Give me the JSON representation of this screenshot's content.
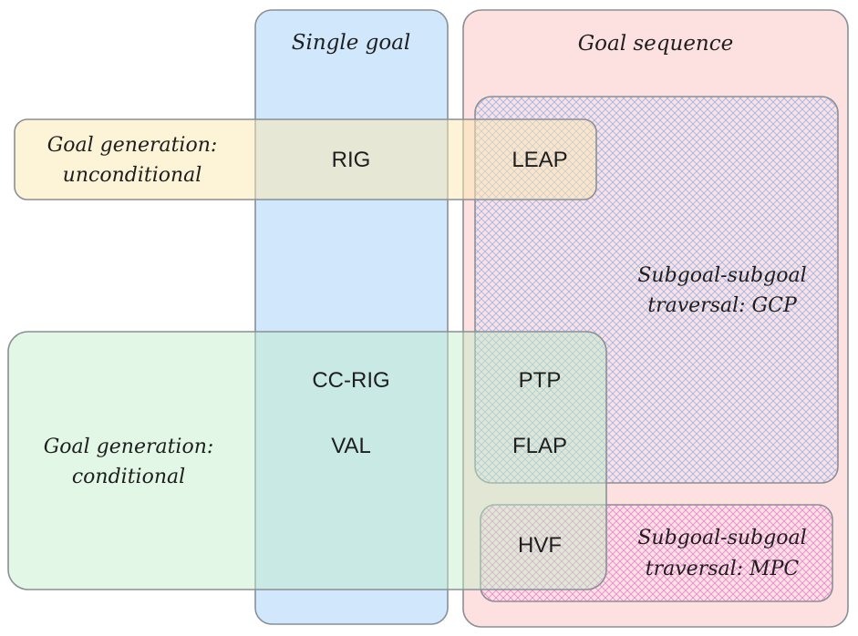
{
  "columns": {
    "single_goal": {
      "title": "Single goal",
      "fill": "#cfe6fb",
      "stroke": "#8a8f96"
    },
    "goal_sequence": {
      "title": "Goal sequence",
      "fill": "#fde0e0",
      "stroke": "#8a8f96"
    }
  },
  "rows": {
    "unconditional": {
      "line1": "Goal generation:",
      "line2": "unconditional",
      "fill": "#fdf1d2",
      "stroke": "#8a8f96"
    },
    "conditional": {
      "line1": "Goal generation:",
      "line2": "conditional",
      "fill": "#d8f5dc",
      "stroke": "#8a8f96"
    }
  },
  "subregions": {
    "gcp": {
      "line1": "Subgoal-subgoal",
      "line2": "traversal: GCP",
      "hatch": "#9bb8f0",
      "stroke": "#8a8f96"
    },
    "mpc": {
      "line1": "Subgoal-subgoal",
      "line2": "traversal: MPC",
      "hatch": "#e78ad6",
      "stroke": "#8a8f96"
    }
  },
  "methods": {
    "rig": "RIG",
    "leap": "LEAP",
    "cc_rig": "CC-RIG",
    "val": "VAL",
    "ptp": "PTP",
    "flap": "FLAP",
    "hvf": "HVF"
  },
  "text_color": "#1e1e1e"
}
